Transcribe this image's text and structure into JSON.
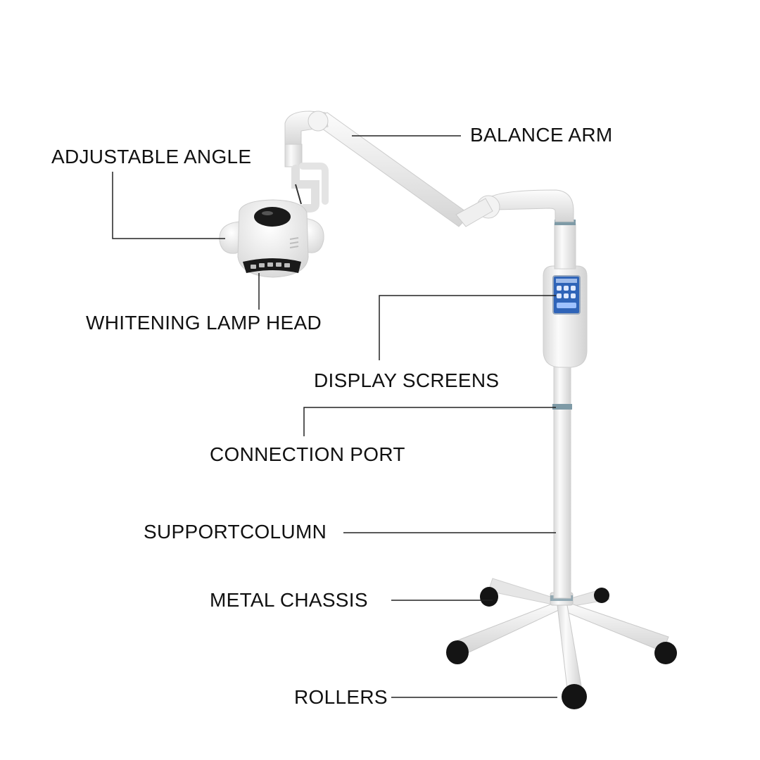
{
  "diagram": {
    "labels": {
      "balance_arm": "BALANCE ARM",
      "adjustable_angle": "ADJUSTABLE ANGLE",
      "whitening_lamp_head": "WHITENING LAMP HEAD",
      "display_screens": "DISPLAY SCREENS",
      "connection_port": "CONNECTION PORT",
      "support_column": "SUPPORTCOLUMN",
      "metal_chassis": "METAL CHASSIS",
      "rollers": "ROLLERS"
    },
    "colors": {
      "device_white": "#f2f2f2",
      "device_shadow": "#d6d6d6",
      "lamp_dark": "#1a1a1a",
      "chrome_ring": "#7e9aa6",
      "screen_blue": "#2f64b8",
      "caster": "#141414",
      "leader_line": "#222222"
    }
  }
}
